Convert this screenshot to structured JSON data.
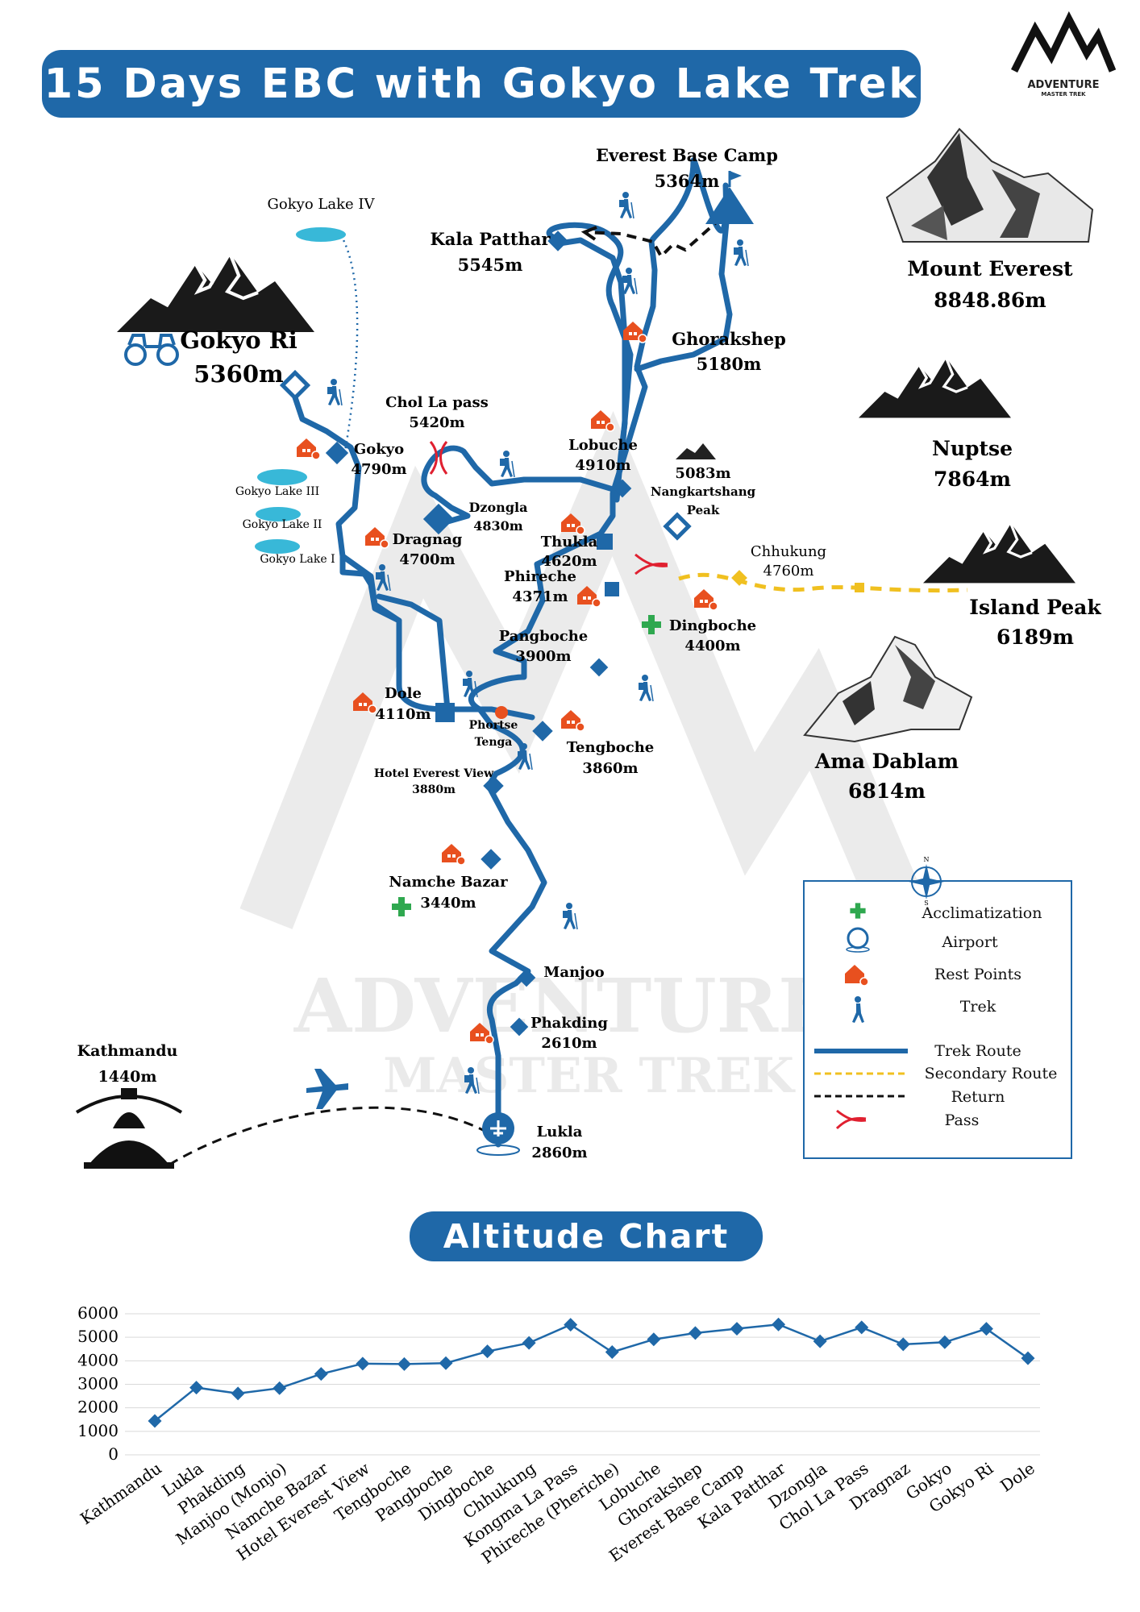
{
  "title": "15 Days EBC with Gokyo Lake Trek",
  "logo": {
    "line1": "ADVENTURE",
    "line2": "MASTER TREK"
  },
  "watermark": {
    "line1": "ADVENTURE",
    "line2": "MASTER TREK"
  },
  "colors": {
    "route": "#1f68a8",
    "secondary": "#f0c020",
    "rest": "#e8501f",
    "acclimatization": "#2fa84f",
    "pass": "#e02030"
  },
  "peaks": [
    {
      "id": "everest",
      "name": "Mount Everest",
      "alt": "8848.86m"
    },
    {
      "id": "nuptse",
      "name": "Nuptse",
      "alt": "7864m"
    },
    {
      "id": "island",
      "name": "Island Peak",
      "alt": "6189m"
    },
    {
      "id": "ama",
      "name": "Ama Dablam",
      "alt": "6814m"
    }
  ],
  "places": {
    "ebc": {
      "name": "Everest Base Camp",
      "alt": "5364m"
    },
    "kala": {
      "name": "Kala Patthar",
      "alt": "5545m"
    },
    "gorak": {
      "name": "Ghorakshep",
      "alt": "5180m"
    },
    "lobuche": {
      "name": "Lobuche",
      "alt": "4910m"
    },
    "gokyori": {
      "name": "Gokyo Ri",
      "alt": "5360m"
    },
    "gokyo": {
      "name": "Gokyo",
      "alt": "4790m"
    },
    "chola": {
      "name": "Chol La pass",
      "alt": "5420m"
    },
    "dzongla": {
      "name": "Dzongla",
      "alt": "4830m"
    },
    "dragnag": {
      "name": "Dragnag",
      "alt": "4700m"
    },
    "thukla": {
      "name": "Thukla",
      "alt": "4620m"
    },
    "phireche": {
      "name": "Phireche",
      "alt": "4371m"
    },
    "nangkar": {
      "alt": "5083m",
      "name1": "Nangkartshang",
      "name2": "Peak"
    },
    "chhukung": {
      "name": "Chhukung",
      "alt": "4760m"
    },
    "dingboche": {
      "name": "Dingboche",
      "alt": "4400m"
    },
    "pangboche": {
      "name": "Pangboche",
      "alt": "3900m"
    },
    "dole": {
      "name": "Dole",
      "alt": "4110m"
    },
    "phortse": {
      "name1": "Phortse",
      "name2": "Tenga"
    },
    "tengboche": {
      "name": "Tengboche",
      "alt": "3860m"
    },
    "hotel": {
      "name": "Hotel Everest View",
      "alt": "3880m"
    },
    "namche": {
      "name": "Namche Bazar",
      "alt": "3440m"
    },
    "manjoo": {
      "name": "Manjoo"
    },
    "phakding": {
      "name": "Phakding",
      "alt": "2610m"
    },
    "lukla": {
      "name": "Lukla",
      "alt": "2860m"
    },
    "kathmandu": {
      "name": "Kathmandu",
      "alt": "1440m"
    },
    "lake4": {
      "name": "Gokyo Lake IV"
    },
    "lake3": {
      "name": "Gokyo Lake III"
    },
    "lake2": {
      "name": "Gokyo Lake II"
    },
    "lake1": {
      "name": "Gokyo Lake I"
    }
  },
  "legend": {
    "compass": {
      "n": "N",
      "s": "S"
    },
    "items": [
      {
        "label": "Acclimatization",
        "icon": "acclimatization-icon"
      },
      {
        "label": "Airport",
        "icon": "airport-icon"
      },
      {
        "label": "Rest Points",
        "icon": "rest-point-icon"
      },
      {
        "label": "Trek",
        "icon": "trekker-icon"
      },
      {
        "label": "Trek Route",
        "icon": "solid-line"
      },
      {
        "label": "Secondary Route",
        "icon": "dashed-yellow-line"
      },
      {
        "label": "Return",
        "icon": "dashed-black-line"
      },
      {
        "label": "Pass",
        "icon": "pass-icon"
      }
    ]
  },
  "chart_title": "Altitude Chart",
  "chart_data": {
    "type": "line",
    "categories": [
      "Kathmandu",
      "Lukla",
      "Phakding",
      "Manjoo (Monjo)",
      "Namche Bazar",
      "Hotel Everest View",
      "Tengboche",
      "Pangboche",
      "Dingboche",
      "Chhukung",
      "Kongma La Pass",
      "Phireche (Pheriche)",
      "Lobuche",
      "Ghorakshep",
      "Everest Base Camp",
      "Kala Patthar",
      "Dzongla",
      "Chol La Pass",
      "Dragnaz",
      "Gokyo",
      "Gokyo Ri",
      "Dole"
    ],
    "values": [
      1440,
      2860,
      2610,
      2835,
      3440,
      3880,
      3860,
      3900,
      4400,
      4760,
      5535,
      4371,
      4910,
      5180,
      5364,
      5545,
      4830,
      5420,
      4700,
      4790,
      5360,
      4110
    ],
    "yticks": [
      "6000",
      "5000",
      "4000",
      "3000",
      "2000",
      "1000",
      "0"
    ],
    "ylim": [
      0,
      6000
    ],
    "grid": true,
    "line_color": "#1f68a8"
  }
}
